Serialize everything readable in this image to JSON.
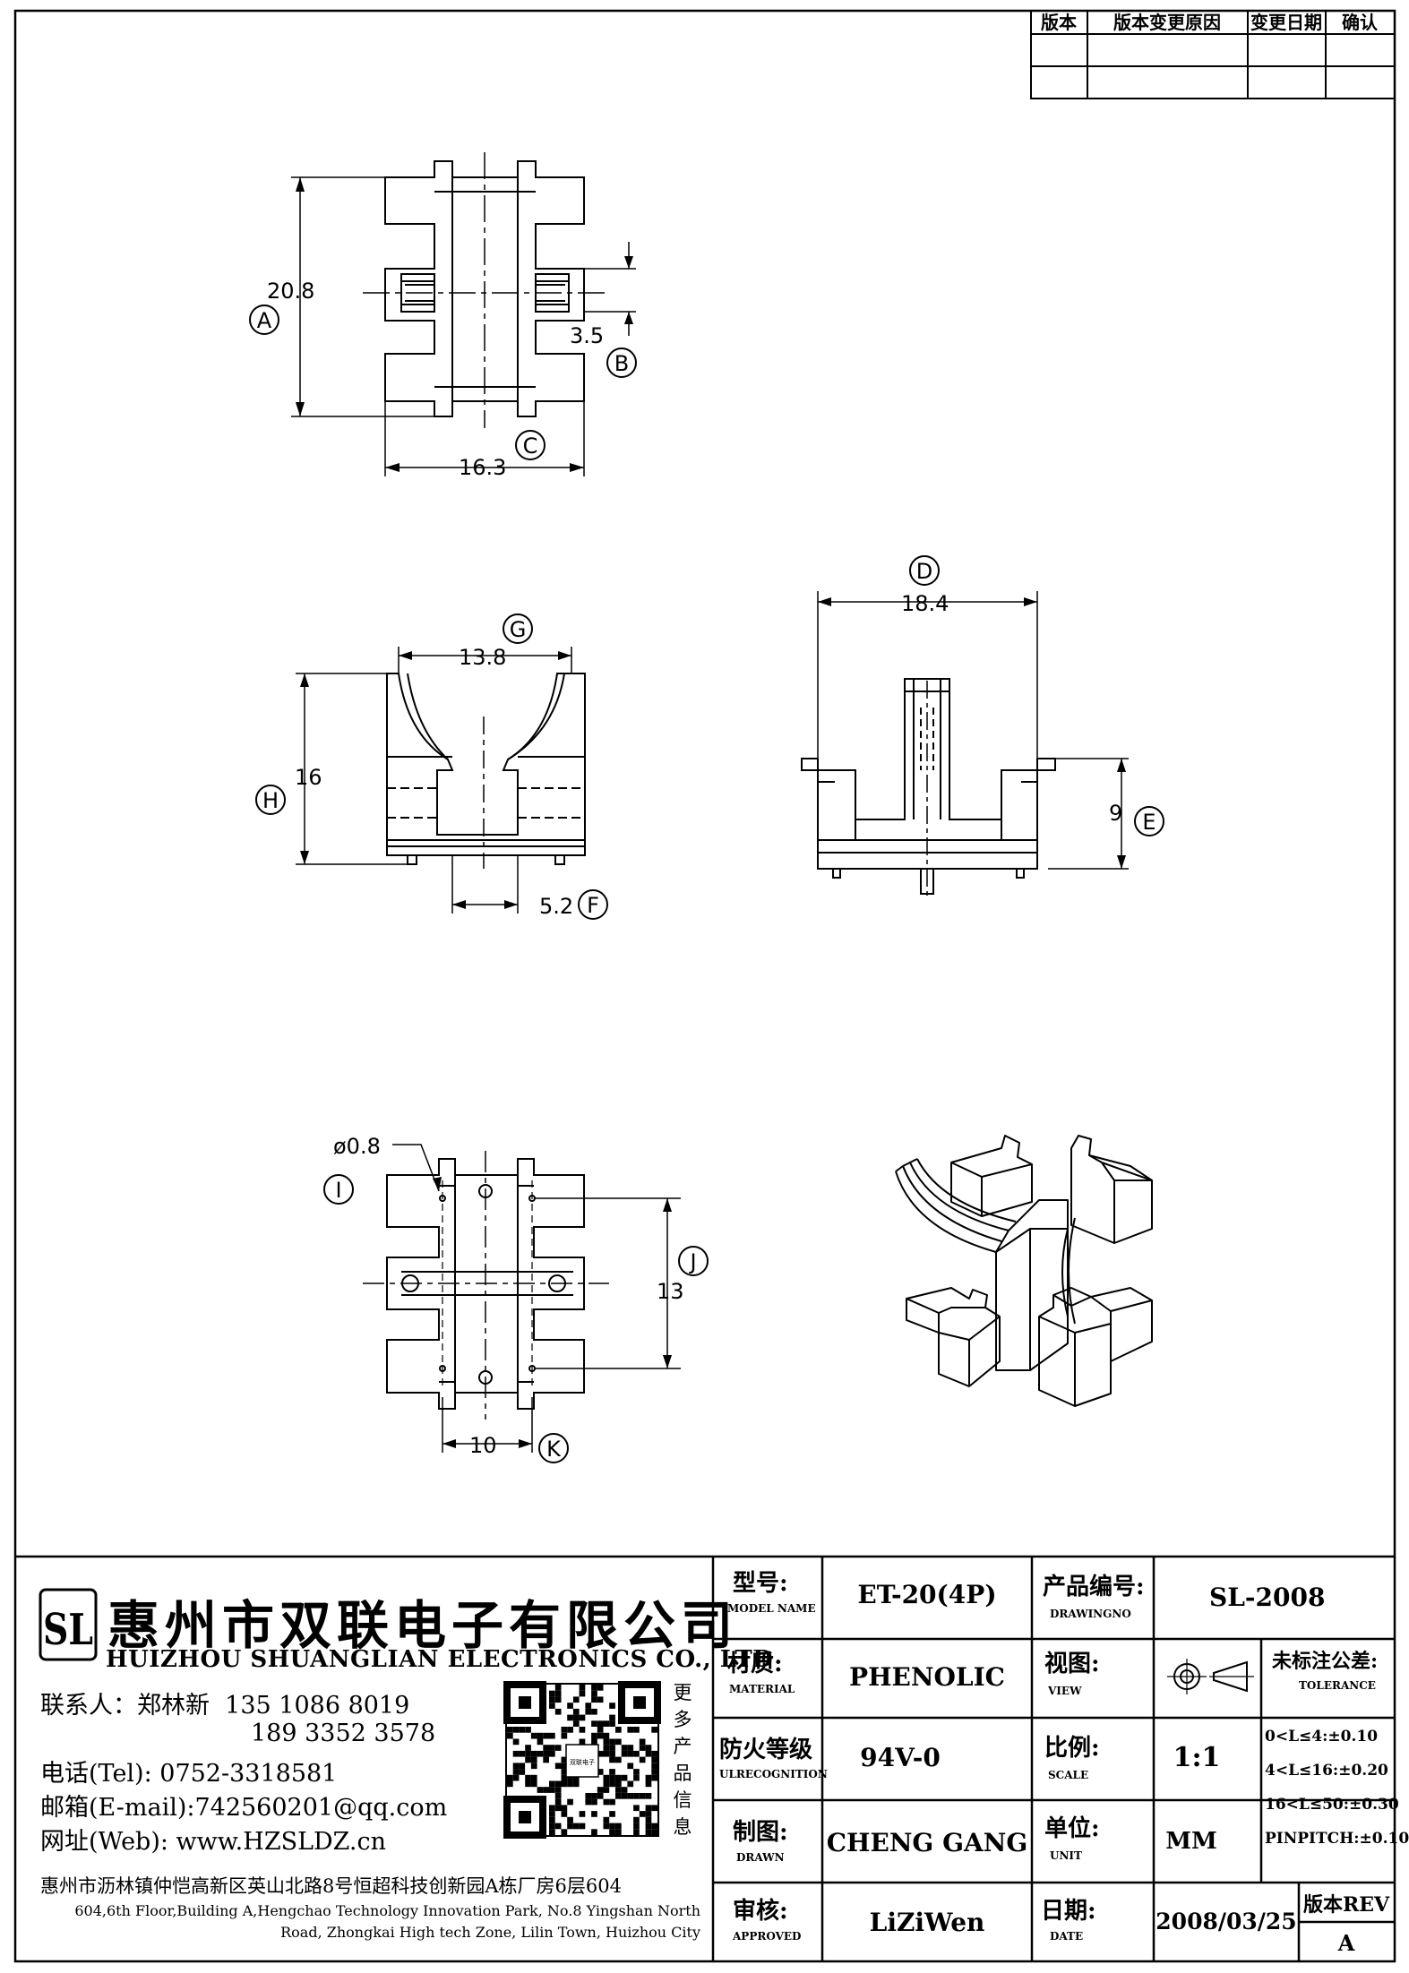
{
  "revision_table": {
    "headers": [
      "版本",
      "版本变更原因",
      "变更日期",
      "确认"
    ]
  },
  "top_view": {
    "dim_A": "20.8",
    "dim_B": "3.5",
    "dim_C": "16.3",
    "labels": {
      "A": "A",
      "B": "B",
      "C": "C"
    }
  },
  "front_view": {
    "dim_G": "13.8",
    "dim_H": "16",
    "dim_F": "5.2",
    "labels": {
      "G": "G",
      "H": "H",
      "F": "F"
    }
  },
  "side_view": {
    "dim_D": "18.4",
    "dim_E": "9",
    "labels": {
      "D": "D",
      "E": "E"
    }
  },
  "bottom_view": {
    "dim_I": "ø0.8",
    "dim_J": "13",
    "dim_K": "10",
    "labels": {
      "I": "I",
      "J": "J",
      "K": "K"
    }
  },
  "company": {
    "logo_letters": "SL",
    "name_cn": "惠州市双联电子有限公司",
    "name_en": "HUIZHOU SHUANGLIAN ELECTRONICS CO., LTD",
    "contact_line": "联系人：郑林新  135 1086 8019",
    "contact_line2": "189 3352 3578",
    "tel": "电话(Tel): 0752-3318581",
    "email": "邮箱(E-mail):742560201@qq.com",
    "web": "网址(Web): www.HZSLDZ.cn",
    "more_info": [
      "更",
      "多",
      "产",
      "品",
      "信",
      "息"
    ],
    "qr_center": "双联电子",
    "address_cn": "惠州市沥林镇仲恺高新区英山北路8号恒超科技创新园A栋厂房6层604",
    "address_en_1": "604,6th Floor,Building A,Hengchao Technology Innovation Park, No.8 Yingshan North",
    "address_en_2": "Road, Zhongkai High tech Zone, Lilin Town, Huizhou City"
  },
  "title_block": {
    "model_label_cn": "型号:",
    "model_label_en": "MODEL NAME",
    "model_value": "ET-20(4P)",
    "drawing_label_cn": "产品编号:",
    "drawing_label_en": "DRAWINGNO",
    "drawing_value": "SL-2008",
    "material_label_cn": "材质:",
    "material_label_en": "MATERIAL",
    "material_value": "PHENOLIC",
    "view_label_cn": "视图:",
    "view_label_en": "VIEW",
    "tolerance_label_cn": "未标注公差:",
    "tolerance_label_en": "TOLERANCE",
    "tolerance_lines": [
      "0<L≤4:±0.10",
      "4<L≤16:±0.20",
      "16<L≤50:±0.30",
      "PINPITCH:±0.10"
    ],
    "fire_label_cn": "防火等级",
    "fire_label_en": "ULRECOGNITION",
    "fire_value": "94V-0",
    "scale_label_cn": "比例:",
    "scale_label_en": "SCALE",
    "scale_value": "1:1",
    "drawn_label_cn": "制图:",
    "drawn_label_en": "DRAWN",
    "drawn_value": "CHENG GANG",
    "unit_label_cn": "单位:",
    "unit_label_en": "UNIT",
    "unit_value": "MM",
    "approved_label_cn": "审核:",
    "approved_label_en": "APPROVED",
    "approved_value": "LiZiWen",
    "date_label_cn": "日期:",
    "date_label_en": "DATE",
    "date_value": "2008/03/25",
    "rev_label": "版本REV",
    "rev_value": "A"
  }
}
